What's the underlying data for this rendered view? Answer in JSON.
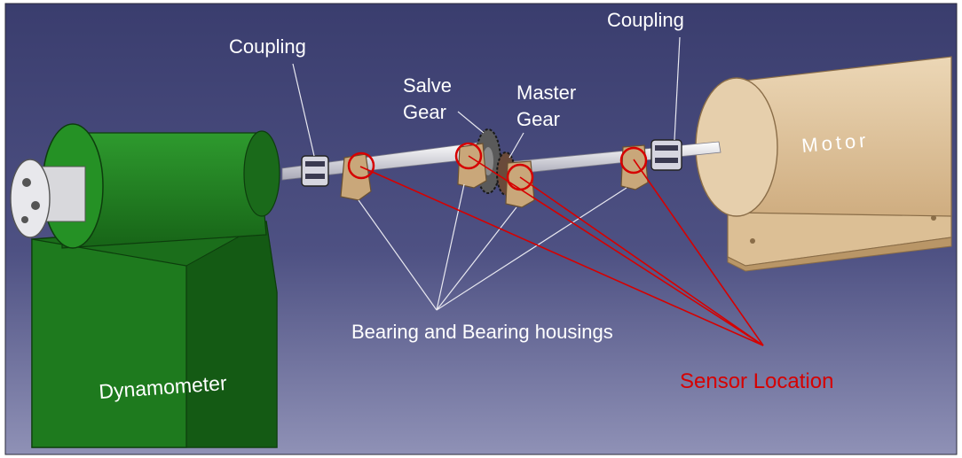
{
  "labels": {
    "coupling_left": "Coupling",
    "coupling_right": "Coupling",
    "salve_gear_line1": "Salve",
    "salve_gear_line2": "Gear",
    "master_gear_line1": "Master",
    "master_gear_line2": "Gear",
    "motor": "Motor",
    "dynamometer": "Dynamometer",
    "bearings": "Bearing and Bearing housings",
    "sensor_location": "Sensor Location"
  },
  "colors": {
    "background": "#4a4d7e",
    "dynamometer": "#1f7a1f",
    "motor": "#e3c9a2",
    "sensor": "#d60000",
    "label_text": "#ffffff"
  }
}
